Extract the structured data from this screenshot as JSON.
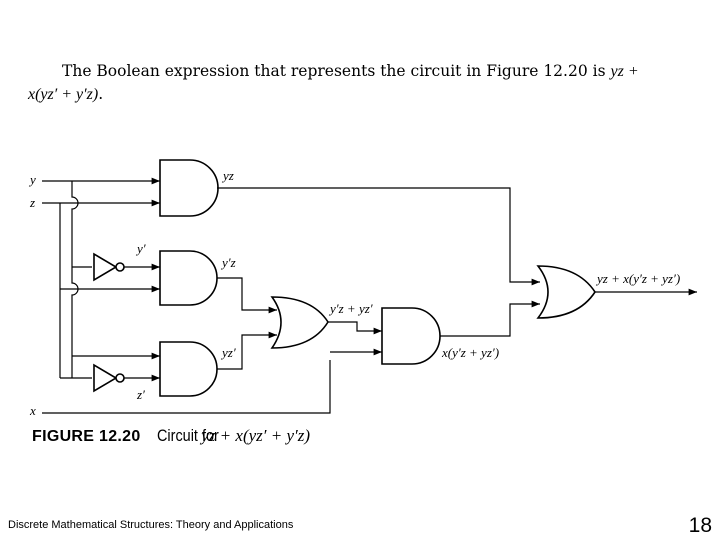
{
  "intro": {
    "line1_text": "The Boolean expression that represents the circuit in Figure 12.20 is",
    "line1_expr": "yz +",
    "line2_expr": "x(yz′ + y′z)",
    "line2_end": "."
  },
  "inputs": {
    "y": "y",
    "z": "z",
    "x": "x"
  },
  "labels": {
    "y_not": "y′",
    "z_not": "z′",
    "and_yz": "yz",
    "and_ynz": "y′z",
    "and_yzn": "yz′",
    "or_mid": "y′z + yz′",
    "and_x": "x(y′z + yz′)",
    "output": "yz + x(y′z + yz′)"
  },
  "caption": {
    "label": "FIGURE 12.20",
    "text": "Circuit for",
    "expr": "yz + x(yz′ + y′z)"
  },
  "footer": {
    "course": "Discrete Mathematical Structures: Theory and Applications",
    "page": "18"
  }
}
